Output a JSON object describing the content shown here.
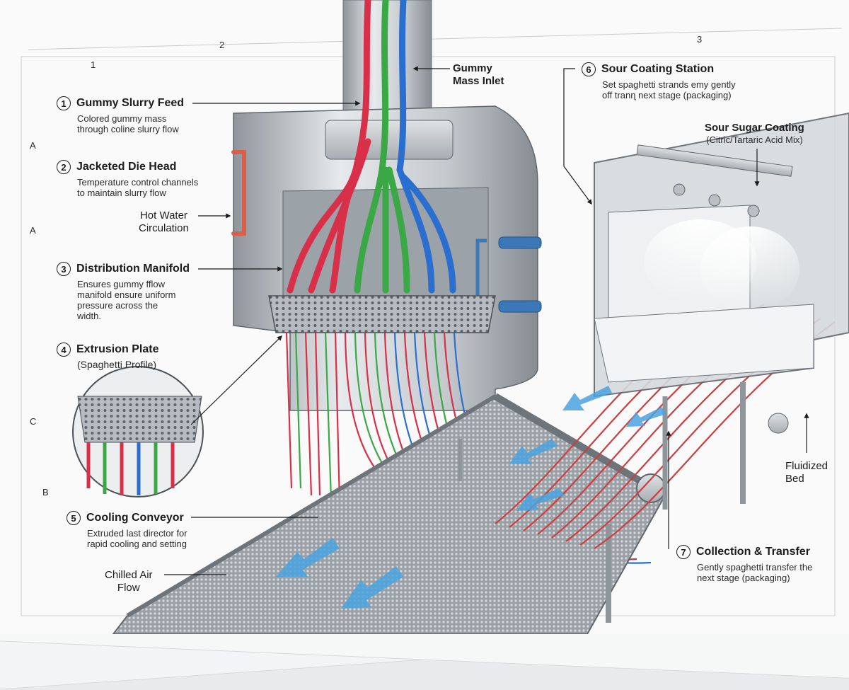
{
  "steps": [
    {
      "num": "1",
      "title": "Gummy Slurry Feed",
      "desc": [
        "Colored gummy mass",
        "through coline slurry flow"
      ]
    },
    {
      "num": "2",
      "title": "Jacketed Die Head",
      "desc": [
        "Temperature control channels",
        "to maintain slurry flow"
      ]
    },
    {
      "num": "3",
      "title": "Distribution Manifold",
      "desc": [
        "Ensures gummy fflow",
        "manifold ensure uniform",
        "pressure across the",
        "width."
      ]
    },
    {
      "num": "4",
      "title": "Extrusion Plate",
      "desc": [
        "(Spaghetti Profile)"
      ]
    },
    {
      "num": "5",
      "title": "Cooling Conveyor",
      "desc": [
        "Extruded last director for",
        "rapid cooling and setting"
      ]
    },
    {
      "num": "6",
      "title": "Sour Coating Station",
      "desc": [
        "Set spaghetti strands emy gently",
        "off tranɳ next stage (packaging)"
      ]
    },
    {
      "num": "7",
      "title": "Collection & Transfer",
      "desc": [
        "Gently spaghetti transfer the",
        "next stage (packaging)"
      ]
    }
  ],
  "callouts": {
    "gummy_mass_inlet": [
      "Gummy",
      "Mass Inlet"
    ],
    "hot_water": [
      "Hot Water",
      "Circulation"
    ],
    "sour_sugar_title": "Sour Sugar Coating",
    "sour_sugar_sub": "(Citric/Tartaric Acid Mix)",
    "fluidized_bed": [
      "Fluidized",
      "Bed"
    ],
    "chilled_air": [
      "Chilled Air",
      "Flow"
    ]
  },
  "grid_marks": {
    "top": [
      "1",
      "2",
      "3"
    ],
    "left": [
      "A",
      "A",
      "C",
      "B"
    ]
  },
  "colors": {
    "red": "#d9304a",
    "green": "#3aa845",
    "blue": "#2a6fd0",
    "steel": "#b9bfc4",
    "arrow": "#4aa3e0",
    "hotwater": "#d8604a"
  }
}
